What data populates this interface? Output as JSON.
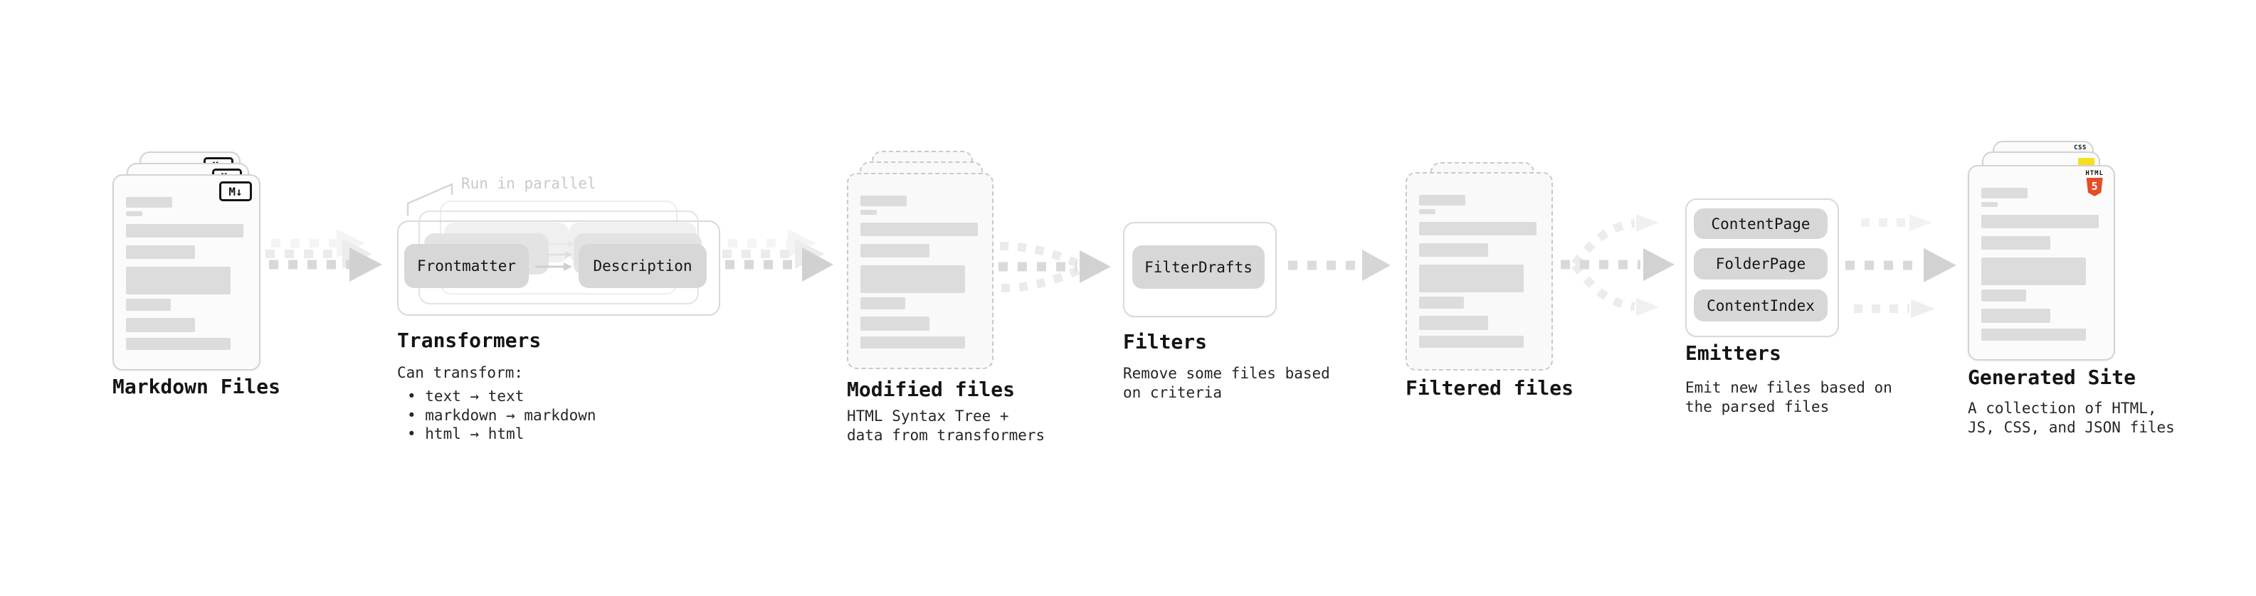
{
  "palette": {
    "html5_orange": "#e44d26",
    "js_yellow": "#f7df1e",
    "css_blue": "#2f6fe4",
    "card_border": "#d3d3d3",
    "pill_fill": "#d7d7d7",
    "arrow_gray": "#d2d2d2",
    "annotation_gray": "#c9c9c9",
    "text_dark": "#1b1b1b"
  },
  "markdown_files": {
    "label": "Markdown Files",
    "file_icon": "M↓"
  },
  "transformers": {
    "annotation": "Run in parallel",
    "pills": [
      "Frontmatter",
      "Description"
    ],
    "heading": "Transformers",
    "intro": "Can transform:",
    "bullets": [
      "• text → text",
      "• markdown → markdown",
      "• html → html"
    ]
  },
  "modified_files": {
    "heading": "Modified files",
    "subtitle": [
      "HTML Syntax Tree +",
      "data from transformers"
    ]
  },
  "filters": {
    "pill": "FilterDrafts",
    "heading": "Filters",
    "subtitle": [
      "Remove some files based",
      "on criteria"
    ]
  },
  "filtered_files": {
    "heading": "Filtered files"
  },
  "emitters": {
    "pills": [
      "ContentPage",
      "FolderPage",
      "ContentIndex"
    ],
    "heading": "Emitters",
    "subtitle": [
      "Emit new files based on",
      "the parsed files"
    ]
  },
  "generated_site": {
    "heading": "Generated Site",
    "subtitle": [
      "A collection of HTML,",
      "JS, CSS, and JSON files"
    ],
    "badges": {
      "css_label": "CSS",
      "html_label": "HTML",
      "html_digit": "5"
    }
  }
}
